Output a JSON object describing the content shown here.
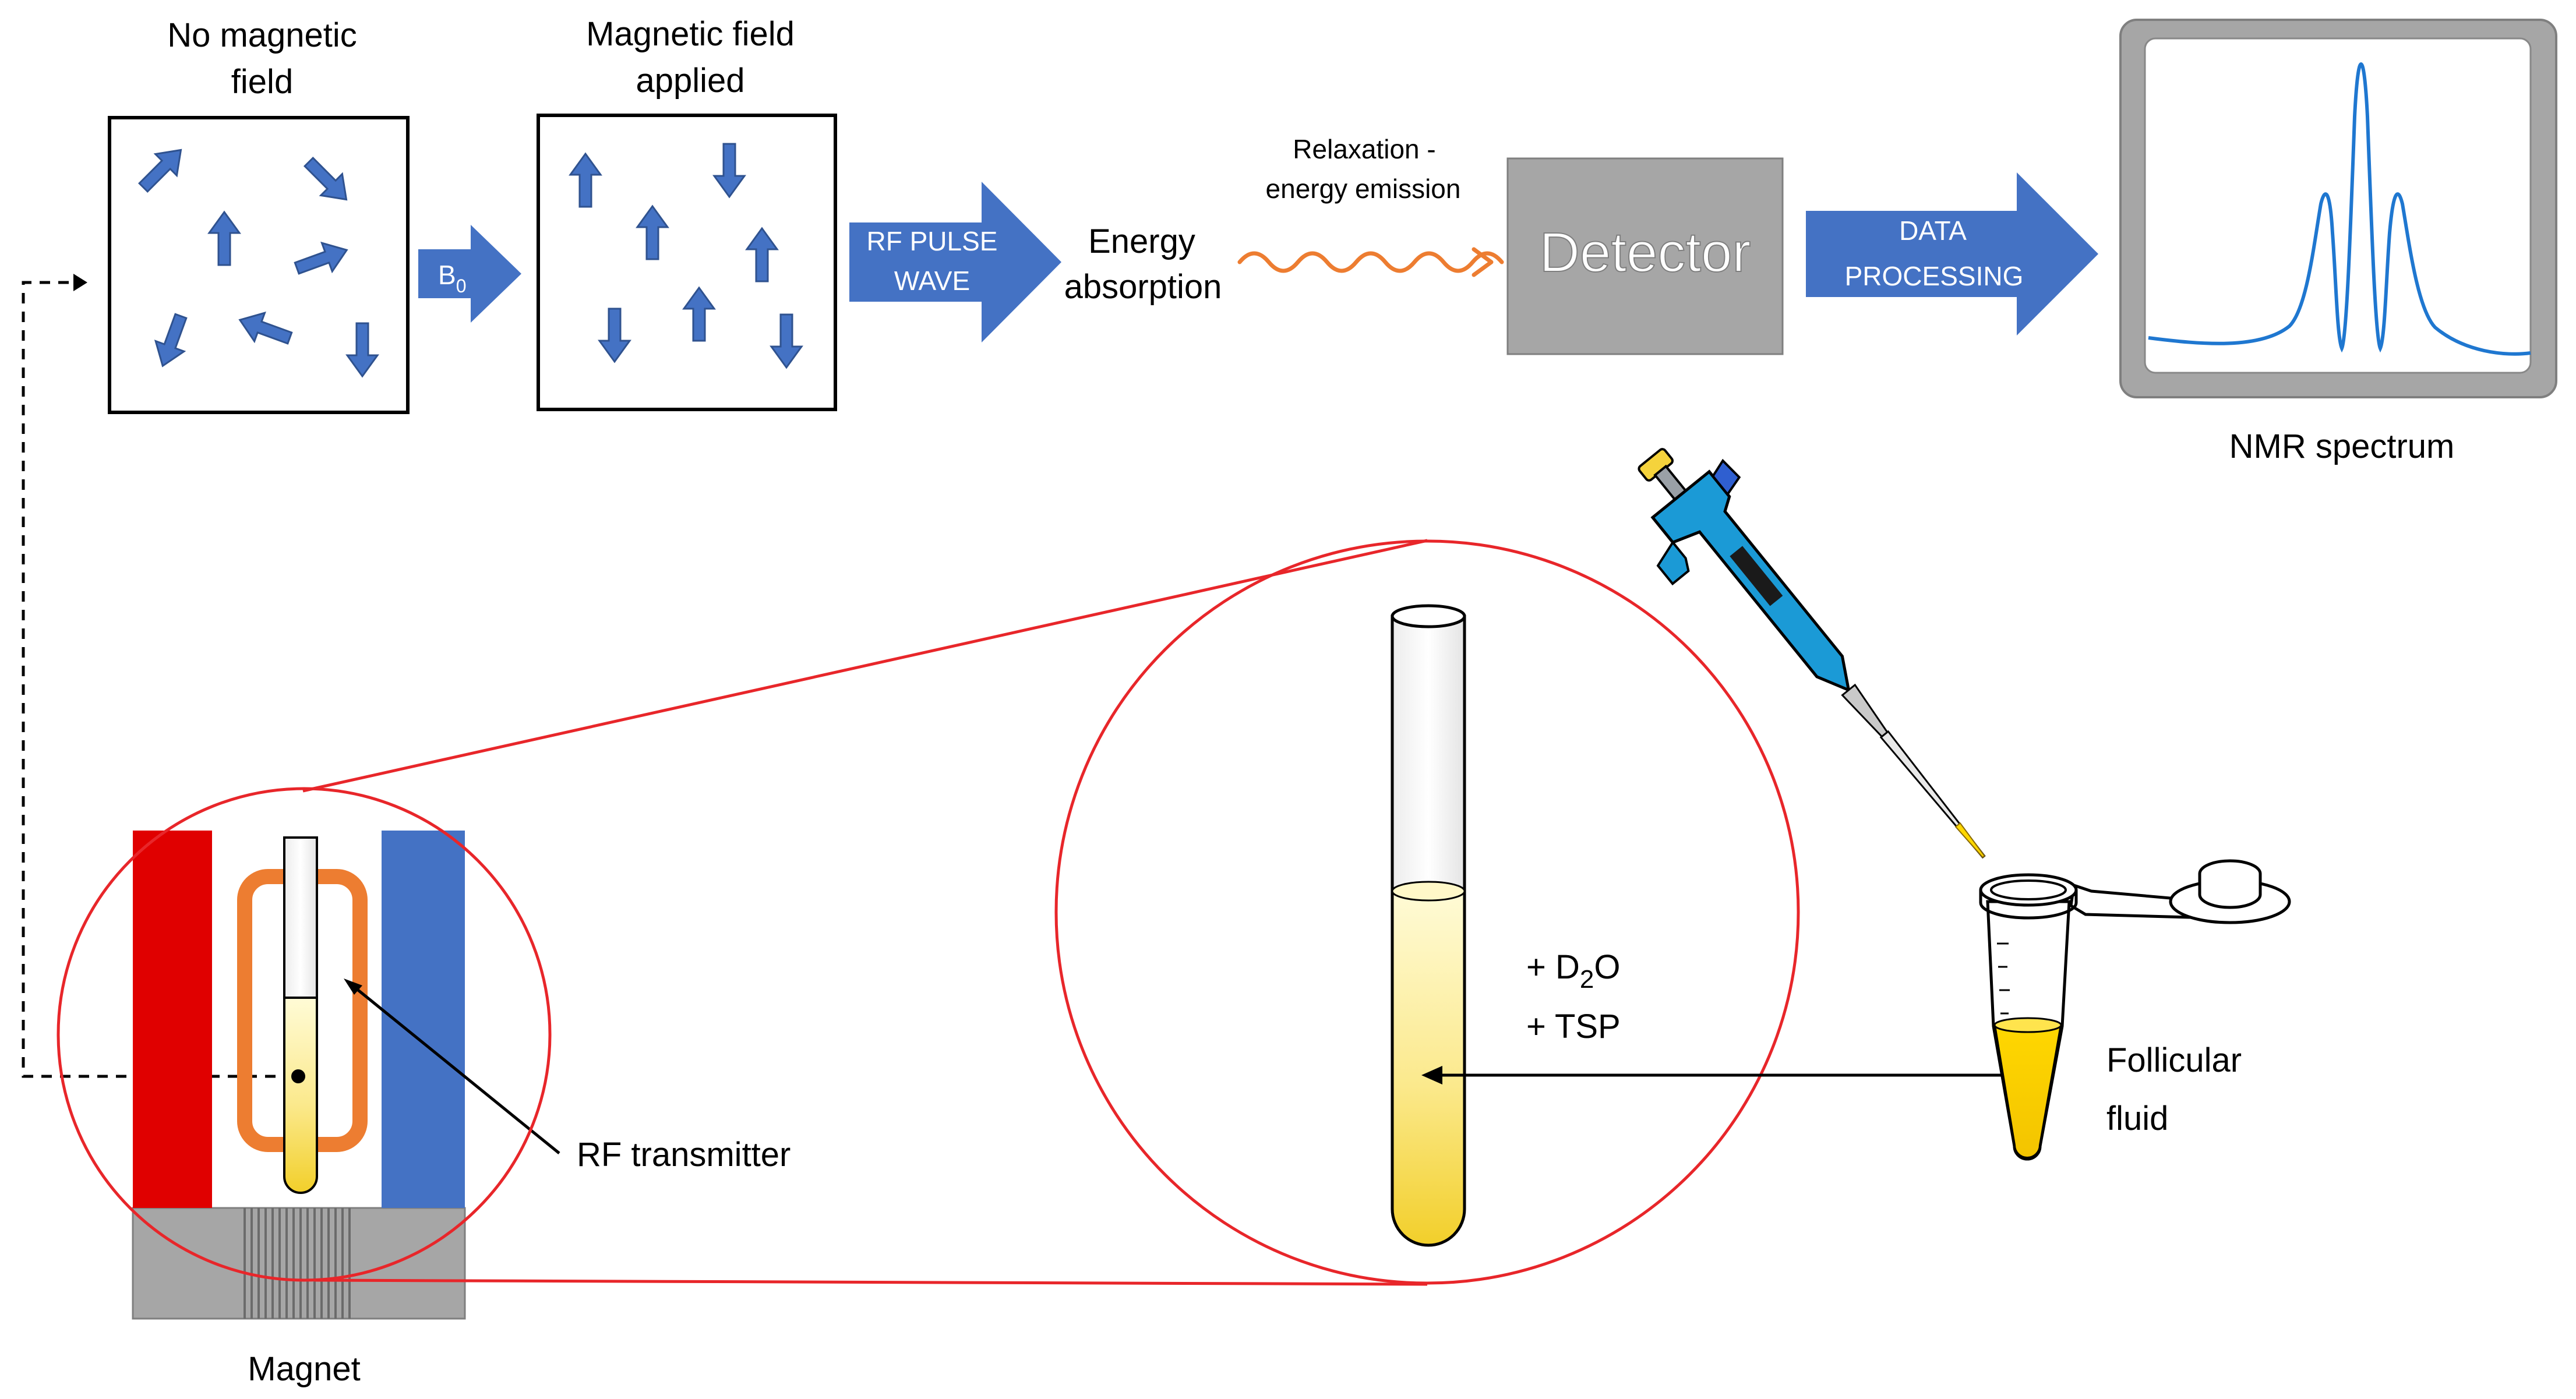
{
  "labels": {
    "no_field_line1": "No magnetic",
    "no_field_line2": "field",
    "field_applied_line1": "Magnetic field",
    "field_applied_line2": "applied",
    "b0_main": "B",
    "b0_sub": "0",
    "rf_pulse_line1": "RF PULSE",
    "rf_pulse_line2": "WAVE",
    "energy_line1": "Energy",
    "energy_line2": "absorption",
    "relax_line1": "Relaxation -",
    "relax_line2": "energy emission",
    "detector": "Detector",
    "data_line1": "DATA",
    "data_line2": "PROCESSING",
    "nmr_spectrum": "NMR spectrum",
    "d2o_prefix": "+ D",
    "d2o_sub": "2",
    "d2o_suffix": "O",
    "tsp": "+ TSP",
    "follicular_line1": "Follicular",
    "follicular_line2": "fluid",
    "rf_transmitter": "RF transmitter",
    "magnet": "Magnet"
  },
  "colors": {
    "arrow_blue": "#4472c4",
    "red": "#e00000",
    "circle_red": "#e8262a",
    "orange": "#ed7d31",
    "grey": "#a6a6a6",
    "pipette_blue": "#1b9ad6",
    "fluid_yellow": "#ffd700",
    "spectrum_blue": "#1f77d0"
  },
  "icons": [
    "spin-arrow-icon",
    "nmr-tube-icon",
    "pipette-icon",
    "eppendorf-tube-icon",
    "wave-arrow-icon",
    "monitor-icon"
  ]
}
